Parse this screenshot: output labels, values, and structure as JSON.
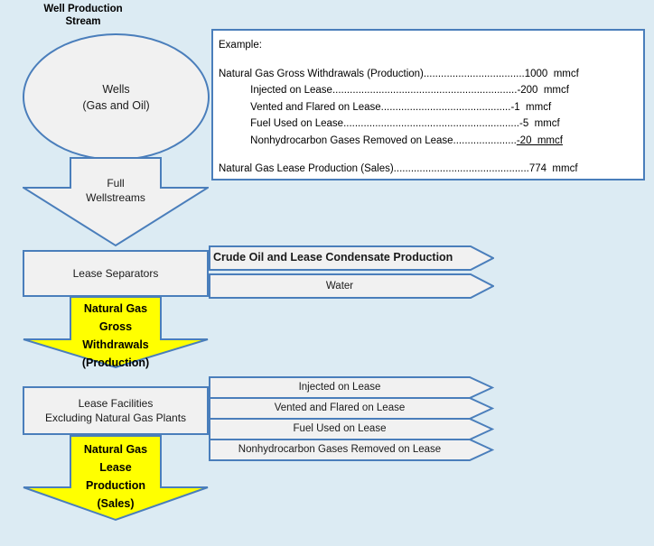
{
  "diagram": {
    "title": "Well Production\nStream",
    "background_color": "#dcebf3",
    "accent_border_color": "#4a7ebb",
    "box_fill_color": "#f1f1f1",
    "highlight_color": "#ffff00"
  },
  "wells": {
    "line1": "Wells",
    "line2": "(Gas and Oil)"
  },
  "example": {
    "heading": "Example:",
    "rows": [
      {
        "label": "Natural Gas Gross Withdrawals (Production)",
        "leader": "...................................",
        "value": "1000",
        "unit": "mmcf",
        "indent": 0,
        "underline": false
      },
      {
        "label": "Injected on Lease",
        "leader": "................................................................",
        "value": "-200",
        "unit": "mmcf",
        "indent": 1,
        "underline": false
      },
      {
        "label": "Vented and Flared on Lease",
        "leader": ".............................................",
        "value": "-1",
        "unit": "mmcf",
        "indent": 1,
        "underline": false
      },
      {
        "label": "Fuel Used on Lease",
        "leader": ".............................................................",
        "value": "-5",
        "unit": "mmcf",
        "indent": 1,
        "underline": false
      },
      {
        "label": "Nonhydrocarbon Gases Removed on Lease.",
        "leader": ".....................",
        "value": "-20",
        "unit": "mmcf",
        "indent": 1,
        "underline": true
      }
    ],
    "total": {
      "label": "Natural Gas Lease Production (Sales)",
      "leader": "...............................................",
      "value": "774",
      "unit": "mmcf"
    }
  },
  "flow": {
    "full_wellstreams": "Full\nWellstreams",
    "lease_separators": "Lease Separators",
    "gross_withdrawals": "Natural Gas\nGross\nWithdrawals\n(Production)",
    "lease_facilities": "Lease Facilities\nExcluding Natural Gas Plants",
    "lease_production": "Natural Gas\nLease\nProduction\n(Sales)"
  },
  "separator_outputs": [
    {
      "label": "Crude Oil and Lease Condensate Production",
      "style": "bold-left"
    },
    {
      "label": "Water",
      "style": "normal-center"
    }
  ],
  "facility_outputs": [
    {
      "label": "Injected on Lease"
    },
    {
      "label": "Vented and Flared on Lease"
    },
    {
      "label": "Fuel Used on Lease"
    },
    {
      "label": "Nonhydrocarbon Gases Removed on Lease"
    }
  ]
}
